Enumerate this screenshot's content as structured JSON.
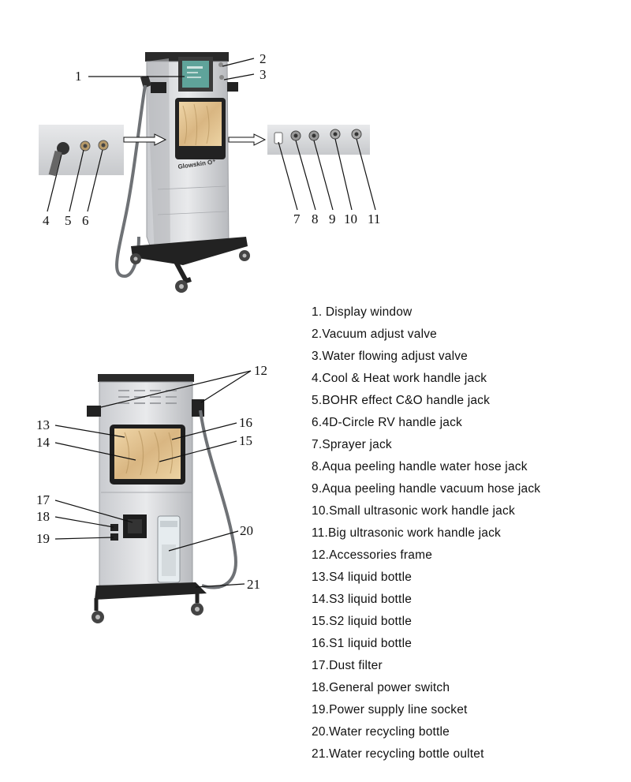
{
  "callouts": {
    "c1": "1",
    "c2": "2",
    "c3": "3",
    "c4": "4",
    "c5": "5",
    "c6": "6",
    "c7": "7",
    "c8": "8",
    "c9": "9",
    "c10": "10",
    "c11": "11",
    "c12": "12",
    "c13": "13",
    "c14": "14",
    "c15": "15",
    "c16": "16",
    "c17": "17",
    "c18": "18",
    "c19": "19",
    "c20": "20",
    "c21": "21"
  },
  "brand_text": "Glowskin O⁺",
  "legend": [
    "1. Display window",
    "2.Vacuum adjust valve",
    "3.Water flowing adjust valve",
    "4.Cool & Heat work handle jack",
    "5.BOHR effect C&O handle jack",
    "6.4D-Circle RV handle jack",
    "7.Sprayer jack",
    "8.Aqua peeling handle water hose jack",
    "9.Aqua peeling handle vacuum hose jack",
    "10.Small ultrasonic work handle jack",
    "11.Big ultrasonic work handle jack",
    "12.Accessories frame",
    "13.S4 liquid bottle",
    "14.S3 liquid bottle",
    "15.S2 liquid bottle",
    "16.S1 liquid bottle",
    "17.Dust filter",
    "18.General power switch",
    "19.Power supply line socket",
    "20.Water recycling bottle",
    "21.Water recycling bottle oultet"
  ],
  "colors": {
    "machine_body": "#dcdde0",
    "machine_dark": "#2a2a2a",
    "wood_panel": "#e2c594",
    "screen": "#5fa39a",
    "callout_text": "#111111"
  }
}
